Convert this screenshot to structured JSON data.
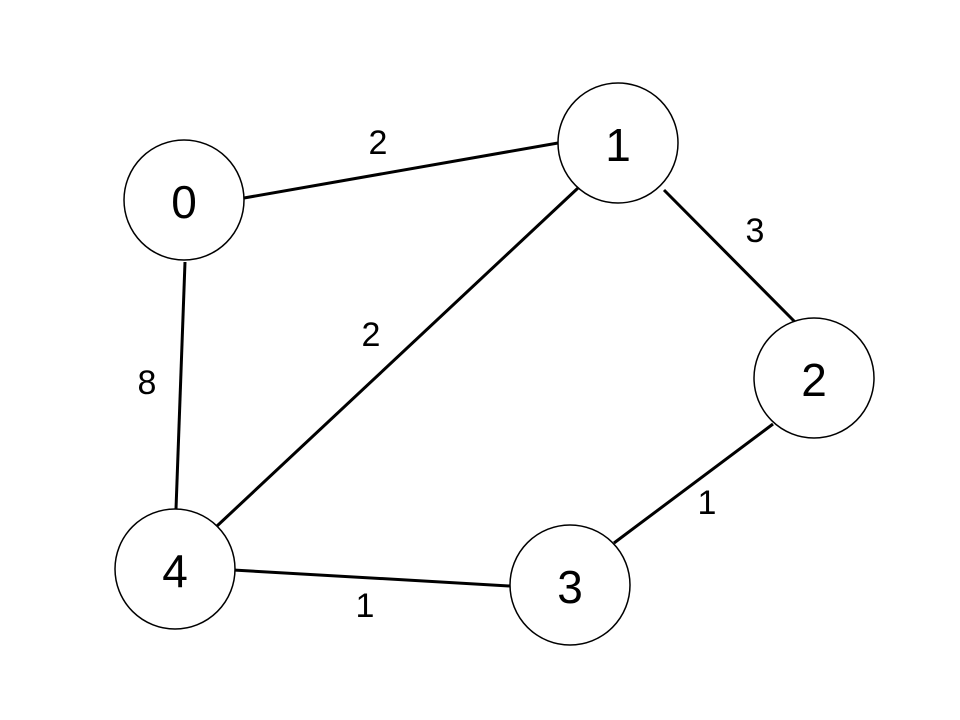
{
  "graph": {
    "nodes": [
      {
        "id": "0",
        "label": "0"
      },
      {
        "id": "1",
        "label": "1"
      },
      {
        "id": "2",
        "label": "2"
      },
      {
        "id": "3",
        "label": "3"
      },
      {
        "id": "4",
        "label": "4"
      }
    ],
    "edges": [
      {
        "from": "0",
        "to": "1",
        "weight": "2"
      },
      {
        "from": "1",
        "to": "2",
        "weight": "3"
      },
      {
        "from": "1",
        "to": "4",
        "weight": "2"
      },
      {
        "from": "0",
        "to": "4",
        "weight": "8"
      },
      {
        "from": "2",
        "to": "3",
        "weight": "1"
      },
      {
        "from": "4",
        "to": "3",
        "weight": "1"
      }
    ]
  }
}
